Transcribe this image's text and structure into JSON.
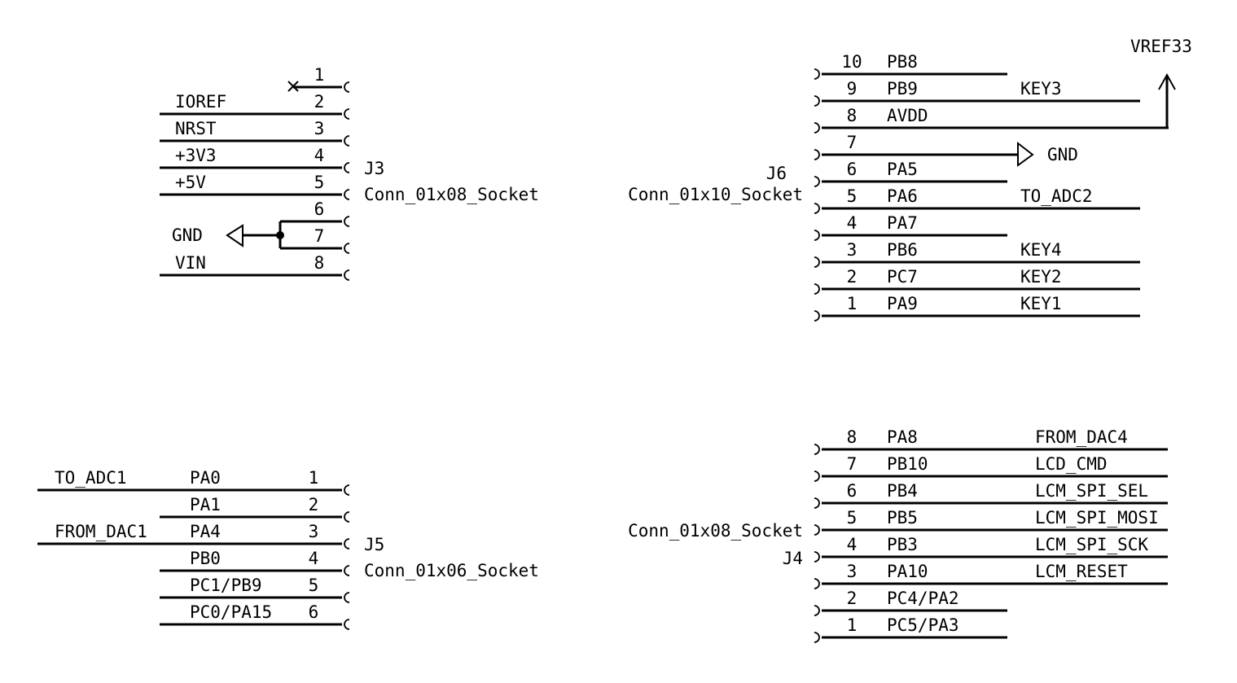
{
  "connectors": [
    {
      "ref": "J3",
      "value": "Conn_01x08_Socket",
      "pins": [
        {
          "num": "1",
          "net": "",
          "nc": true
        },
        {
          "num": "2",
          "net": "IOREF"
        },
        {
          "num": "3",
          "net": "NRST"
        },
        {
          "num": "4",
          "net": "+3V3"
        },
        {
          "num": "5",
          "net": "+5V"
        },
        {
          "num": "6",
          "net": ""
        },
        {
          "num": "7",
          "net": ""
        },
        {
          "num": "8",
          "net": "VIN"
        }
      ]
    },
    {
      "ref": "J5",
      "value": "Conn_01x06_Socket",
      "pins": [
        {
          "num": "1",
          "net": "PA0",
          "label": "TO_ADC1"
        },
        {
          "num": "2",
          "net": "PA1"
        },
        {
          "num": "3",
          "net": "PA4",
          "label": "FROM_DAC1"
        },
        {
          "num": "4",
          "net": "PB0"
        },
        {
          "num": "5",
          "net": "PC1/PB9"
        },
        {
          "num": "6",
          "net": "PC0/PA15"
        }
      ]
    },
    {
      "ref": "J6",
      "value": "Conn_01x10_Socket",
      "pins": [
        {
          "num": "10",
          "net": "PB8"
        },
        {
          "num": "9",
          "net": "PB9",
          "label": "KEY3"
        },
        {
          "num": "8",
          "net": "AVDD"
        },
        {
          "num": "7",
          "net": ""
        },
        {
          "num": "6",
          "net": "PA5"
        },
        {
          "num": "5",
          "net": "PA6",
          "label": "TO_ADC2"
        },
        {
          "num": "4",
          "net": "PA7"
        },
        {
          "num": "3",
          "net": "PB6",
          "label": "KEY4"
        },
        {
          "num": "2",
          "net": "PC7",
          "label": "KEY2"
        },
        {
          "num": "1",
          "net": "PA9",
          "label": "KEY1"
        }
      ]
    },
    {
      "ref": "J4",
      "value": "Conn_01x08_Socket",
      "pins": [
        {
          "num": "8",
          "net": "PA8",
          "label": "FROM_DAC4"
        },
        {
          "num": "7",
          "net": "PB10",
          "label": "LCD_CMD"
        },
        {
          "num": "6",
          "net": "PB4",
          "label": "LCM_SPI_SEL"
        },
        {
          "num": "5",
          "net": "PB5",
          "label": "LCM_SPI_MOSI"
        },
        {
          "num": "4",
          "net": "PB3",
          "label": "LCM_SPI_SCK"
        },
        {
          "num": "3",
          "net": "PA10",
          "label": "LCM_RESET"
        },
        {
          "num": "2",
          "net": "PC4/PA2"
        },
        {
          "num": "1",
          "net": "PC5/PA3"
        }
      ]
    }
  ],
  "power": {
    "vref": "VREF33",
    "gnd_j3": "GND",
    "gnd_j6": "GND"
  }
}
